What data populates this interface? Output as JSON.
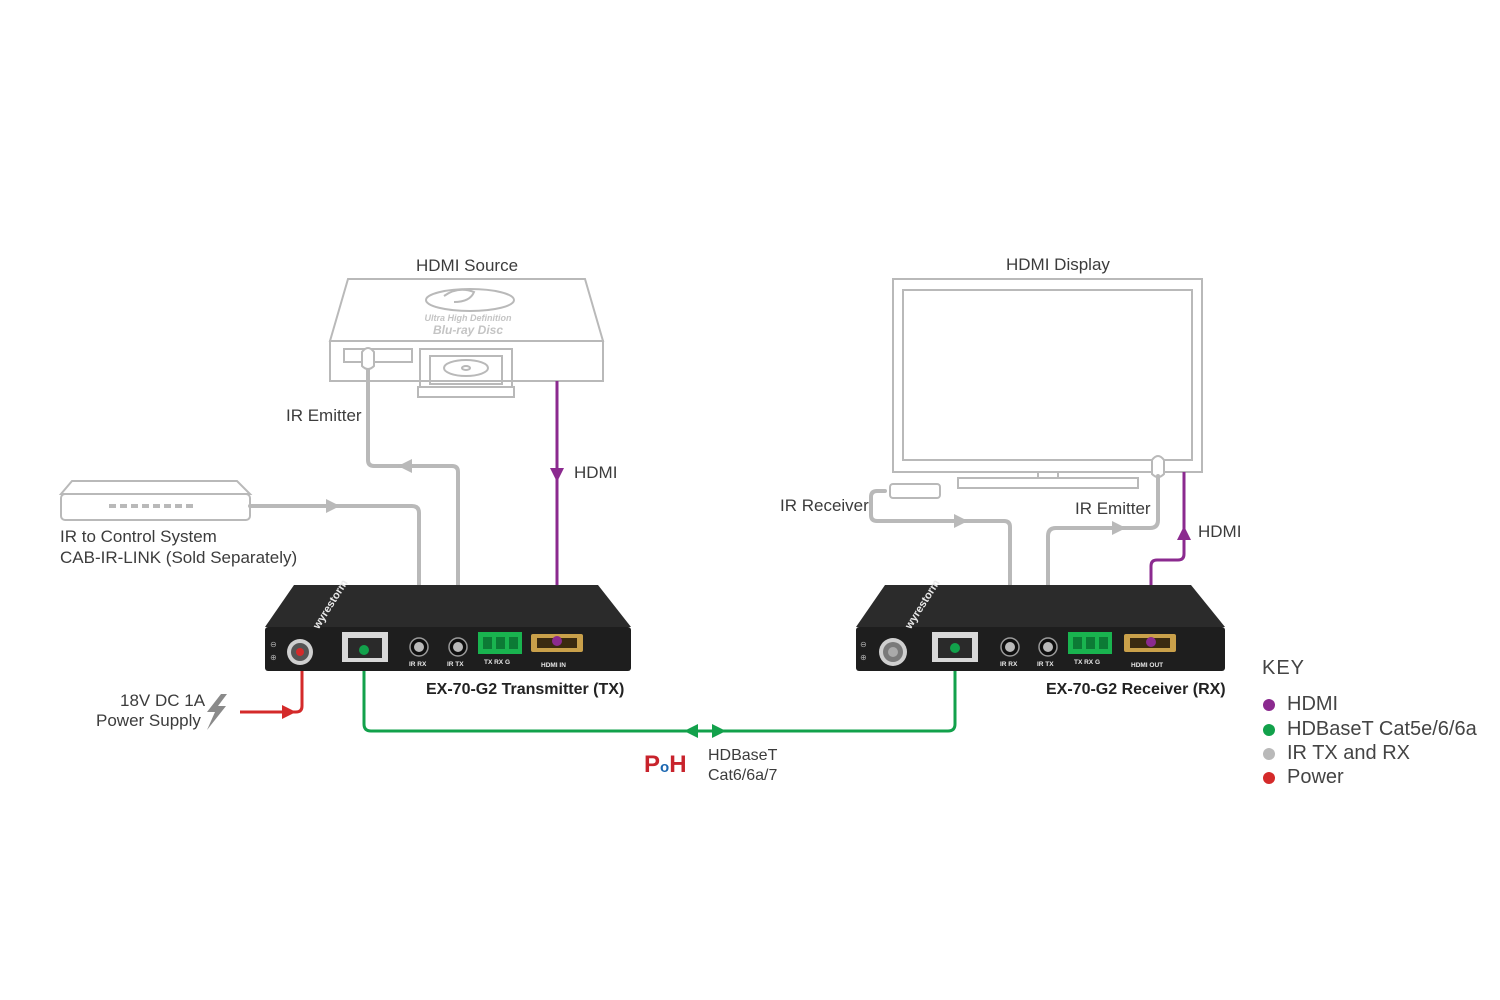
{
  "labels": {
    "hdmi_source": "HDMI Source",
    "hdmi_display": "HDMI Display",
    "ir_emitter_tx": "IR Emitter",
    "ir_emitter_rx": "IR Emitter",
    "ir_receiver": "IR Receiver",
    "hdmi_tx": "HDMI",
    "hdmi_rx": "HDMI",
    "control_line1": "IR to Control System",
    "control_line2": "CAB-IR-LINK (Sold Separately)",
    "power_line1": "18V DC 1A",
    "power_line2": "Power Supply",
    "hdbaset_line1": "HDBaseT",
    "hdbaset_line2": "Cat6/6a/7",
    "poh_logo": "PoH"
  },
  "devices": {
    "transmitter": {
      "title": "EX-70-G2 Transmitter (TX)",
      "ports": [
        "IR RX",
        "IR TX",
        "TX  RX  G",
        "HDMI IN"
      ]
    },
    "receiver": {
      "title": "EX-70-G2 Receiver (RX)",
      "ports": [
        "IR RX",
        "IR TX",
        "TX  RX  G",
        "HDMI OUT"
      ]
    }
  },
  "key": {
    "title": "KEY",
    "items": [
      {
        "label": "HDMI",
        "color": "#8b2a8f"
      },
      {
        "label": "HDBaseT Cat5e/6/6a",
        "color": "#12a14b"
      },
      {
        "label": "IR TX and RX",
        "color": "#b9b9b9"
      },
      {
        "label": "Power",
        "color": "#d42a2a"
      }
    ]
  },
  "colors": {
    "hdmi": "#8b2a8f",
    "hdbaset": "#12a14b",
    "ir": "#b9b9b9",
    "power": "#d42a2a",
    "device": "#1e1e1e",
    "outline": "#b9b9b9"
  }
}
